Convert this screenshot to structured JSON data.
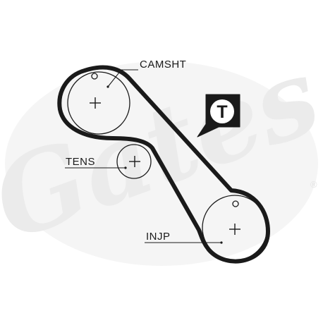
{
  "watermark": {
    "brand": "Gates",
    "registered_mark": "®"
  },
  "labels": {
    "camshaft": "CAMSHT",
    "tensioner": "TENS",
    "injection_pump": "INJP"
  },
  "badge": {
    "letter": "T"
  }
}
